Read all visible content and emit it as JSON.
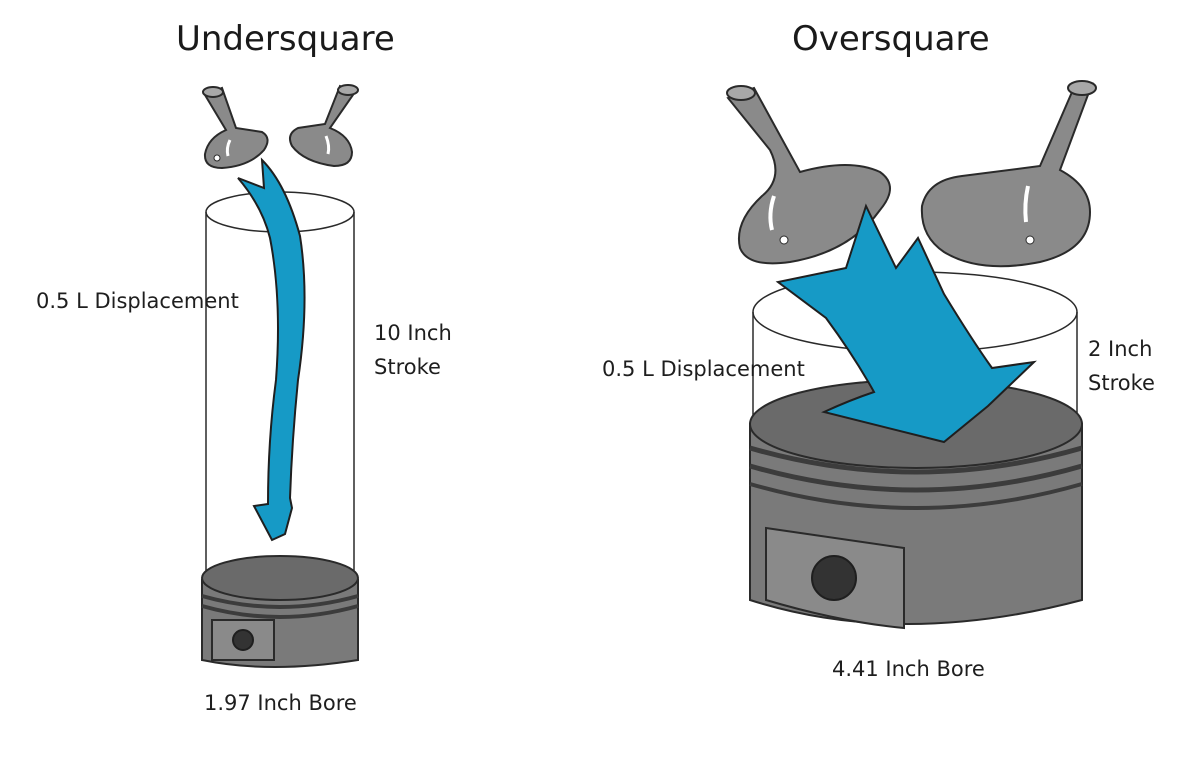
{
  "undersquare": {
    "title": "Undersquare",
    "displacement": "0.5 L Displacement",
    "stroke_line1": "10 Inch",
    "stroke_line2": "Stroke",
    "bore": "1.97 Inch Bore"
  },
  "oversquare": {
    "title": "Oversquare",
    "displacement": "0.5 L Displacement",
    "stroke_line1": "2 Inch",
    "stroke_line2": "Stroke",
    "bore": "4.41 Inch Bore"
  },
  "colors": {
    "flow_arrow": "#169ac6",
    "piston_top": "#6a6a6a",
    "piston_body": "#7a7a7a",
    "piston_ring": "#3c3c3c",
    "valve": "#8a8a8a",
    "outline": "#2a2a2a"
  }
}
